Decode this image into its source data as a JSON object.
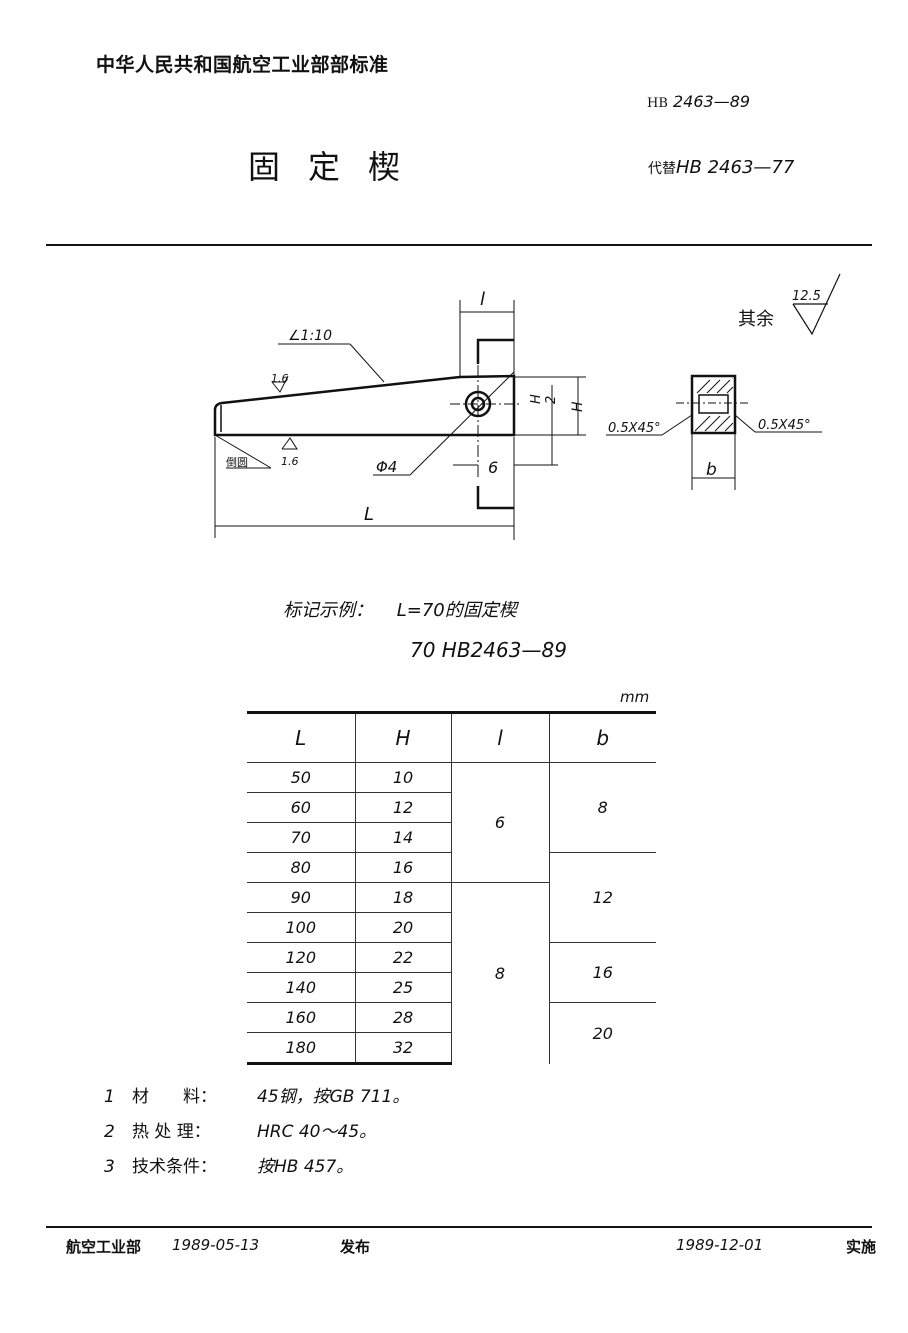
{
  "header": {
    "organization": "中华人民共和国航空工业部部标准",
    "standard_prefix": "HB",
    "standard_number": "2463—89",
    "title": "固定楔",
    "replaces_prefix": "代替",
    "replaces_number": "HB 2463—77"
  },
  "drawing": {
    "taper": "∠1:10",
    "roughness_top": "1.6",
    "roughness_bottom": "1.6",
    "chamfer_note": "倒圆",
    "hole": "Φ4",
    "dim_l": "l",
    "dim_L": "L",
    "dim_H": "H",
    "dim_H_half_num": "H",
    "dim_H_half_den": "2",
    "dim_6": "6",
    "section_chamfer_left": "0.5X45°",
    "section_chamfer_right": "0.5X45°",
    "dim_b": "b",
    "others_label": "其余",
    "others_roughness": "12.5"
  },
  "marking_example": {
    "label": "标记示例：",
    "description": "L=70的固定楔",
    "code": "70  HB2463—89"
  },
  "table": {
    "unit": "mm",
    "headers": [
      "L",
      "H",
      "l",
      "b"
    ],
    "rows": [
      {
        "L": "50",
        "H": "10"
      },
      {
        "L": "60",
        "H": "12"
      },
      {
        "L": "70",
        "H": "14"
      },
      {
        "L": "80",
        "H": "16"
      },
      {
        "L": "90",
        "H": "18"
      },
      {
        "L": "100",
        "H": "20"
      },
      {
        "L": "120",
        "H": "22"
      },
      {
        "L": "140",
        "H": "25"
      },
      {
        "L": "160",
        "H": "28"
      },
      {
        "L": "180",
        "H": "32"
      }
    ],
    "l_groups": [
      {
        "value": "6",
        "rows": "50-80"
      },
      {
        "value": "8",
        "rows": "90-180"
      }
    ],
    "b_groups": [
      {
        "value": "8",
        "rows": "50-70"
      },
      {
        "value": "12",
        "rows": "80-100"
      },
      {
        "value": "16",
        "rows": "120-140"
      },
      {
        "value": "20",
        "rows": "160-180"
      }
    ]
  },
  "notes": [
    {
      "num": "1",
      "key": "材　　料：",
      "value": "45钢，按GB 711。"
    },
    {
      "num": "2",
      "key": "热 处 理：",
      "value": "HRC 40～45。"
    },
    {
      "num": "3",
      "key": "技术条件：",
      "value": "按HB 457。"
    }
  ],
  "footer": {
    "issuer": "航空工业部",
    "issue_date": "1989-05-13",
    "issue_label": "发布",
    "effective_date": "1989-12-01",
    "effective_label": "实施"
  }
}
